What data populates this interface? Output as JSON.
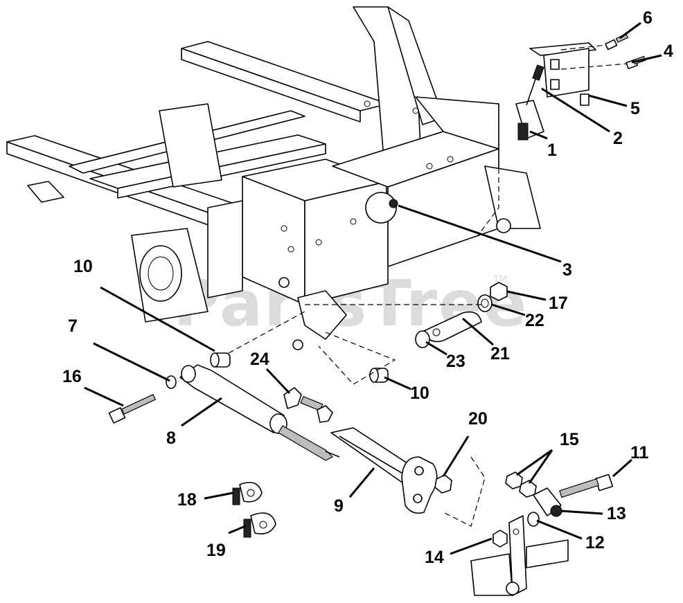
{
  "watermark": {
    "text": "PartsTree",
    "trademark": "TM"
  },
  "callouts": [
    {
      "id": "c1",
      "label": "1"
    },
    {
      "id": "c2",
      "label": "2"
    },
    {
      "id": "c3",
      "label": "3"
    },
    {
      "id": "c4",
      "label": "4"
    },
    {
      "id": "c5",
      "label": "5"
    },
    {
      "id": "c6",
      "label": "6"
    },
    {
      "id": "c7",
      "label": "7"
    },
    {
      "id": "c8",
      "label": "8"
    },
    {
      "id": "c9",
      "label": "9"
    },
    {
      "id": "c10a",
      "label": "10"
    },
    {
      "id": "c10b",
      "label": "10"
    },
    {
      "id": "c11",
      "label": "11"
    },
    {
      "id": "c12",
      "label": "12"
    },
    {
      "id": "c13",
      "label": "13"
    },
    {
      "id": "c14",
      "label": "14"
    },
    {
      "id": "c15",
      "label": "15"
    },
    {
      "id": "c16",
      "label": "16"
    },
    {
      "id": "c17",
      "label": "17"
    },
    {
      "id": "c18",
      "label": "18"
    },
    {
      "id": "c19",
      "label": "19"
    },
    {
      "id": "c20",
      "label": "20"
    },
    {
      "id": "c21",
      "label": "21"
    },
    {
      "id": "c22",
      "label": "22"
    },
    {
      "id": "c23",
      "label": "23"
    },
    {
      "id": "c24",
      "label": "24"
    }
  ]
}
